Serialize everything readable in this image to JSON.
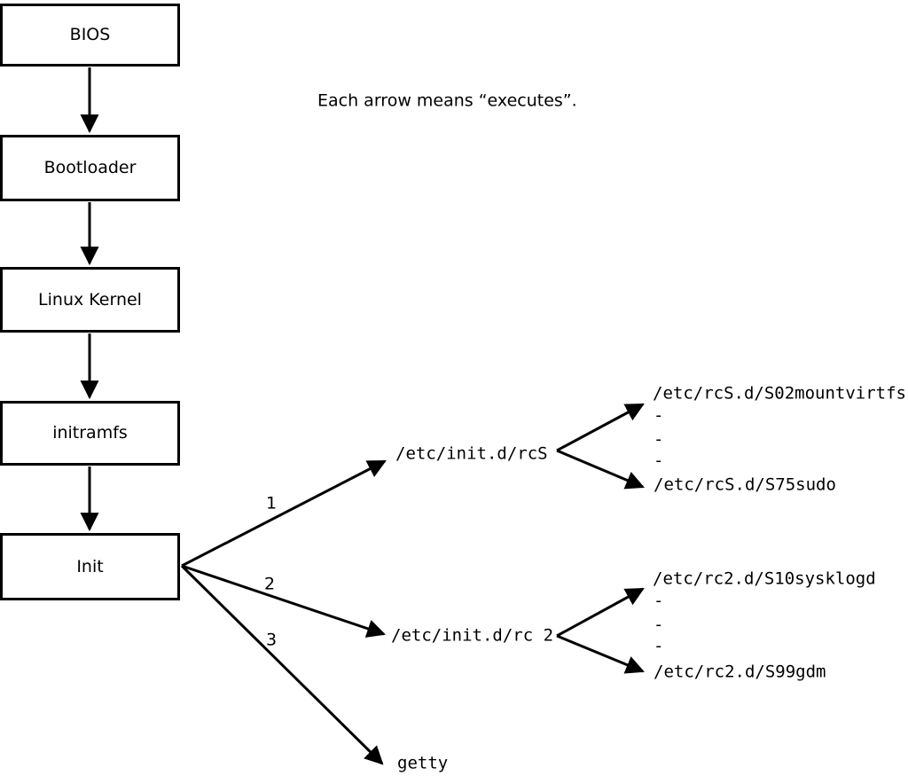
{
  "note": "Each arrow means “executes”.",
  "chain": {
    "boxes": [
      {
        "label": "BIOS"
      },
      {
        "label": "Bootloader"
      },
      {
        "label": "Linux Kernel"
      },
      {
        "label": "initramfs"
      },
      {
        "label": "Init"
      }
    ]
  },
  "branches": [
    {
      "number": "1",
      "target": "/etc/init.d/rcS",
      "children": [
        "/etc/rcS.d/S02mountvirtfs",
        "-",
        "-",
        "-",
        "/etc/rcS.d/S75sudo"
      ]
    },
    {
      "number": "2",
      "target": "/etc/init.d/rc 2",
      "children": [
        "/etc/rc2.d/S10sysklogd",
        "-",
        "-",
        "-",
        "/etc/rc2.d/S99gdm"
      ]
    },
    {
      "number": "3",
      "target": "getty",
      "children": []
    }
  ],
  "colors": {
    "line": "#000000",
    "box_border": "#000000",
    "text": "#000000",
    "background": "#ffffff"
  }
}
